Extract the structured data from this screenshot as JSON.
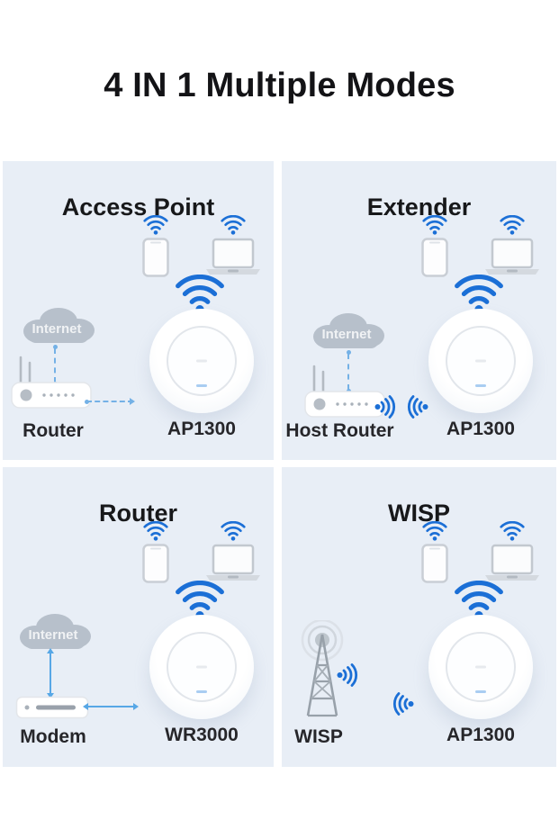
{
  "title": "4 IN 1 Multiple Modes",
  "colors": {
    "accent_blue": "#1b6fd6",
    "link_blue": "#5fa9e6",
    "panel_background": "#e8eef6",
    "cloud_gray": "#b7c0cb",
    "text_dark": "#17181a"
  },
  "modes": [
    {
      "title": "Access Point",
      "cloud_label": "Internet",
      "source_label": "Router",
      "device_label": "AP1300"
    },
    {
      "title": "Extender",
      "cloud_label": "Internet",
      "source_label": "Host Router",
      "device_label": "AP1300"
    },
    {
      "title": "Router",
      "cloud_label": "Internet",
      "source_label": "Modem",
      "device_label": "WR3000"
    },
    {
      "title": "WISP",
      "source_label": "WISP",
      "device_label": "AP1300"
    }
  ]
}
